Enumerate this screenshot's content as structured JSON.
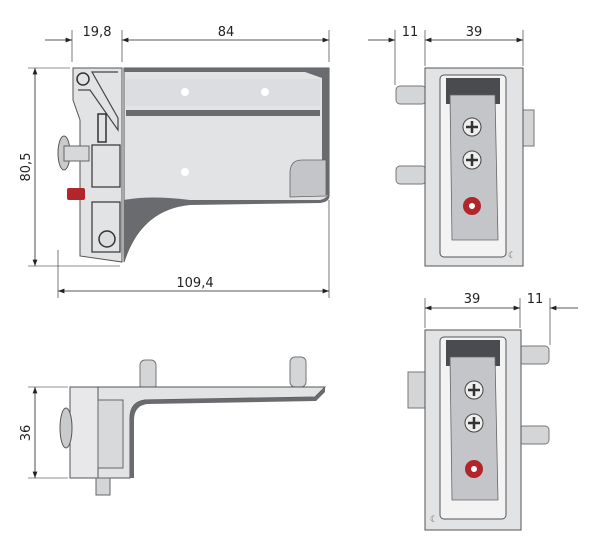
{
  "dimensions": {
    "side_left_width": "19,8",
    "side_plate_width": "84",
    "side_height": "80,5",
    "side_total_width": "109,4",
    "front_top_pin": "11",
    "front_top_width": "39",
    "front_bottom_width": "39",
    "front_bottom_pin": "11",
    "top_view_depth": "36"
  },
  "colors": {
    "part": "#e2e3e5",
    "shadow": "#6a6b6e",
    "accent_red": "#b0262a"
  }
}
